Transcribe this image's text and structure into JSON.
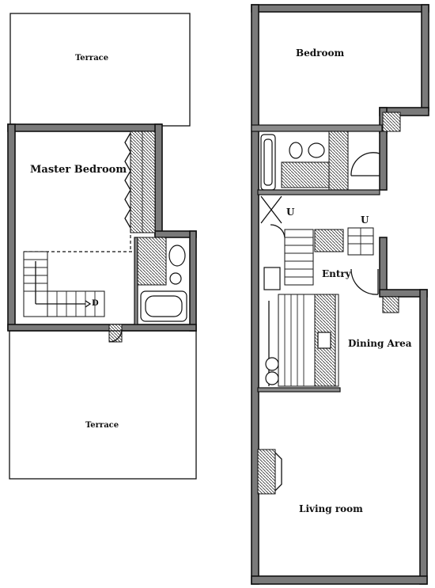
{
  "rooms": {
    "terrace_top": "Terrace",
    "master_bedroom": "Master Bedroom",
    "terrace_bottom": "Terrace",
    "bedroom": "Bedroom",
    "entry": "Entry",
    "dining_area": "Dining Area",
    "living_room": "Living room"
  },
  "stair_marks": {
    "left_down": "D",
    "right_up_1": "U",
    "right_up_2": "U"
  }
}
